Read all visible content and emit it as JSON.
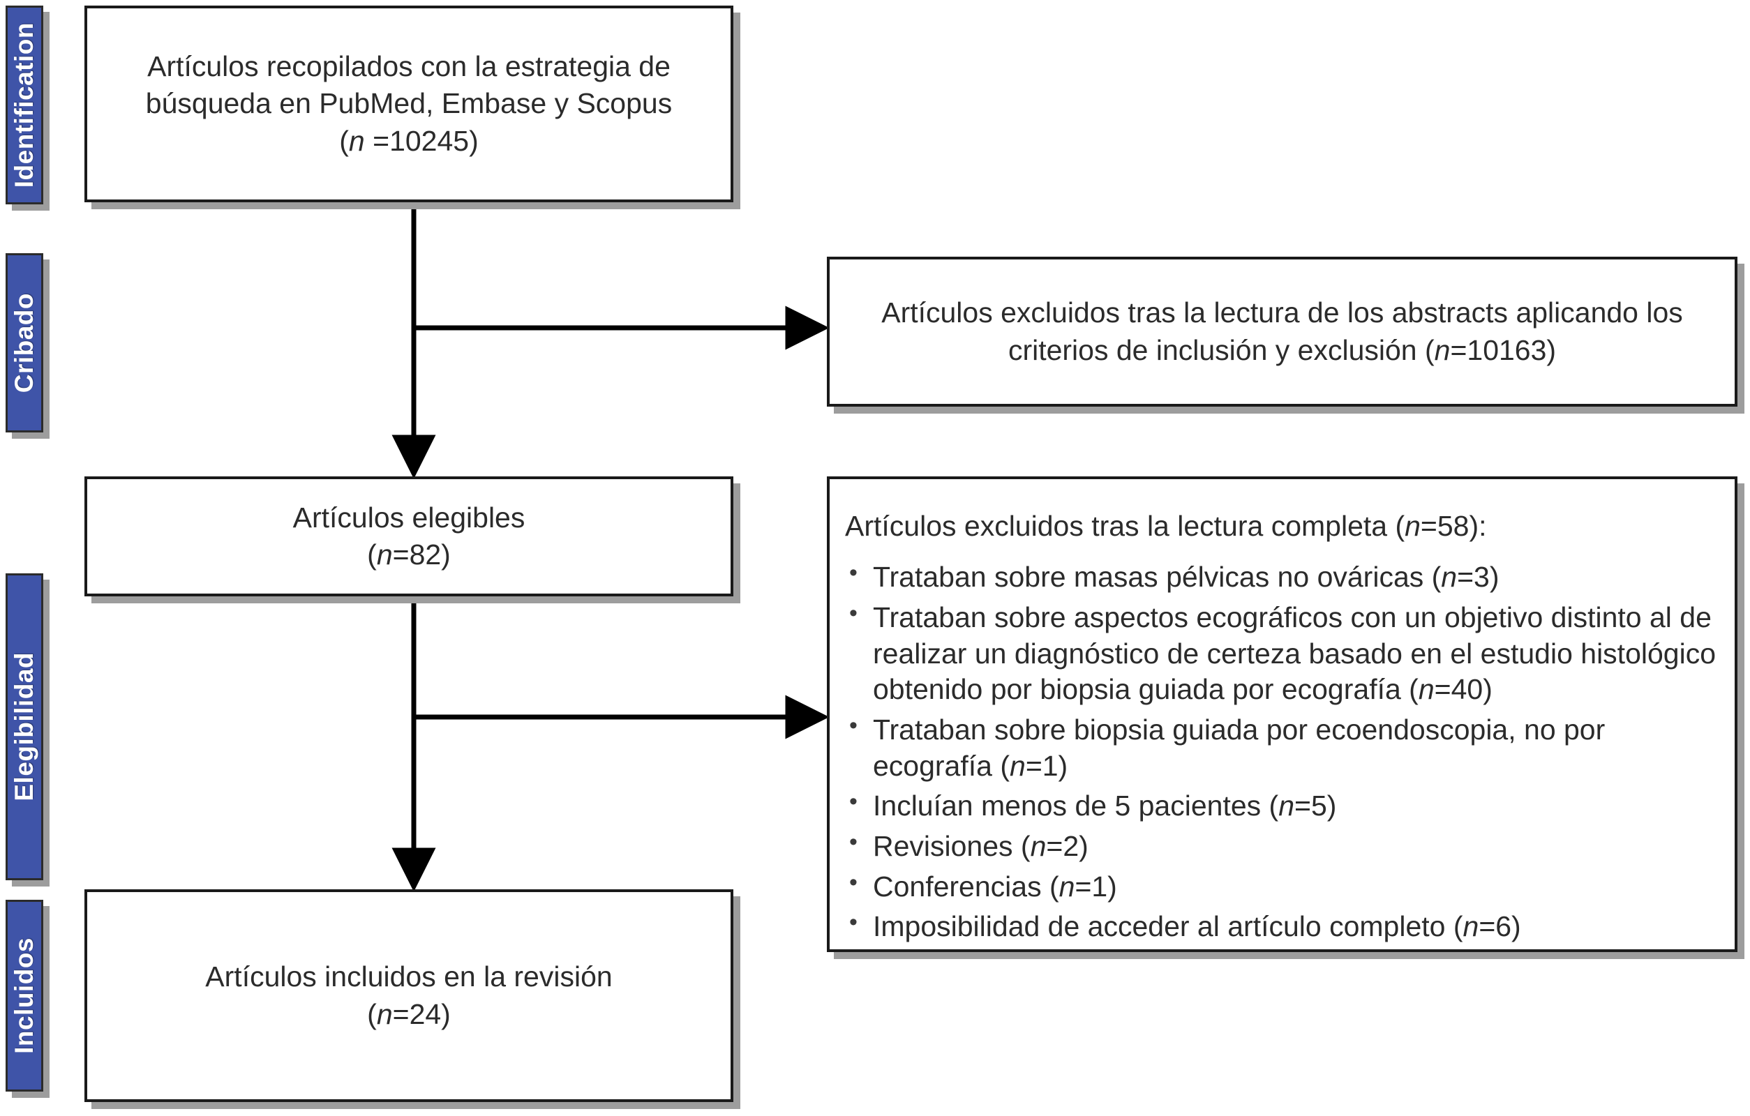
{
  "diagram": {
    "title": "Diagrama de flujo PRISMA de selección de artículos",
    "colors": {
      "stage_band": "#3F54A8",
      "stage_band_text": "#FFFFFF",
      "box_border": "#1A1A1A",
      "box_shadow": "#9D9D9D",
      "text": "#2B2B2B",
      "connector": "#000000",
      "background": "#FFFFFF"
    },
    "stages": [
      {
        "id": "identification",
        "label": "Identification"
      },
      {
        "id": "cribado",
        "label": "Cribado"
      },
      {
        "id": "elegibilidad",
        "label": "Elegibilidad"
      },
      {
        "id": "incluidos",
        "label": "Incluidos"
      }
    ],
    "boxes": {
      "identified": {
        "line1": "Artículos recopilados con la estrategia de",
        "line2": "búsqueda en PubMed, Embase y Scopus",
        "count_prefix": "(",
        "count_n": "n",
        "count_value": " =10245)"
      },
      "excluded_abstracts": {
        "line1": "Artículos excluidos tras la lectura de los abstracts aplicando los",
        "line2_pre": "criterios de inclusión y exclusión (",
        "line2_n": "n",
        "line2_post": "=10163)"
      },
      "eligible": {
        "line1": "Artículos elegibles",
        "count_prefix": "(",
        "count_n": "n",
        "count_value": "=82)"
      },
      "excluded_fulltext": {
        "head_pre": "Artículos excluidos tras la lectura completa (",
        "head_n": "n",
        "head_post": "=58):",
        "items": [
          {
            "pre": "Trataban sobre masas pélvicas no ováricas (",
            "n": "n",
            "post": "=3)"
          },
          {
            "pre": "Trataban sobre aspectos ecográficos con un objetivo distinto al de realizar un diagnóstico de certeza basado en el estudio histológico obtenido por biopsia guiada por ecografía (",
            "n": "n",
            "post": "=40)"
          },
          {
            "pre": "Trataban sobre biopsia guiada por ecoendoscopia, no por ecografía (",
            "n": "n",
            "post": "=1)"
          },
          {
            "pre": "Incluían menos de 5 pacientes (",
            "n": "n",
            "post": "=5)"
          },
          {
            "pre": "Revisiones (",
            "n": "n",
            "post": "=2)"
          },
          {
            "pre": "Conferencias (",
            "n": "n",
            "post": "=1)"
          },
          {
            "pre": "Imposibilidad de acceder al artículo completo (",
            "n": "n",
            "post": "=6)"
          }
        ]
      },
      "included": {
        "line1": "Artículos incluidos en la revisión",
        "count_prefix": "(",
        "count_n": "n",
        "count_value": "=24)"
      }
    },
    "flow_counts": {
      "records_identified": 10245,
      "records_excluded_abstract": 10163,
      "records_eligible": 82,
      "records_excluded_fulltext": 58,
      "records_included": 24
    }
  }
}
